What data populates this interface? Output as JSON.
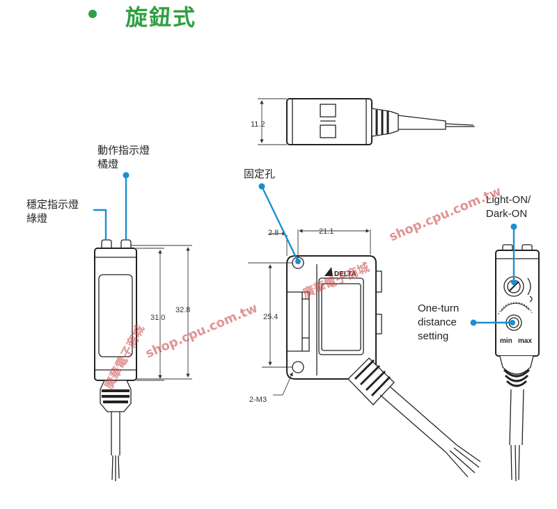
{
  "title": "旋鈕式",
  "labels": {
    "stability_indicator": [
      "穩定指示燈",
      "綠燈"
    ],
    "action_indicator": [
      "動作指示燈",
      "橘燈"
    ],
    "mount_hole": "固定孔",
    "mode_switch": [
      "Light-ON/",
      "Dark-ON"
    ],
    "distance_setting": [
      "One-turn",
      "distance",
      "setting"
    ],
    "brand": "DELTA",
    "knob_min": "min",
    "knob_max": "max"
  },
  "dimensions": {
    "top_height": "11.2",
    "body_height": "31.0",
    "total_height": "32.8",
    "hole_offset": "2.8",
    "body_width": "21.1",
    "hole_pitch": "25.4",
    "screw": "2-M3"
  },
  "watermark": {
    "text_a": "廣華電子商城",
    "url": "shop.cpu.com.tw",
    "text_b": "廣華電子商城",
    "url_b": "shop.cpu.com.tw",
    "color": "#c83c3c"
  },
  "colors": {
    "accent": "#2ea043",
    "callout": "#1a8fd0"
  }
}
